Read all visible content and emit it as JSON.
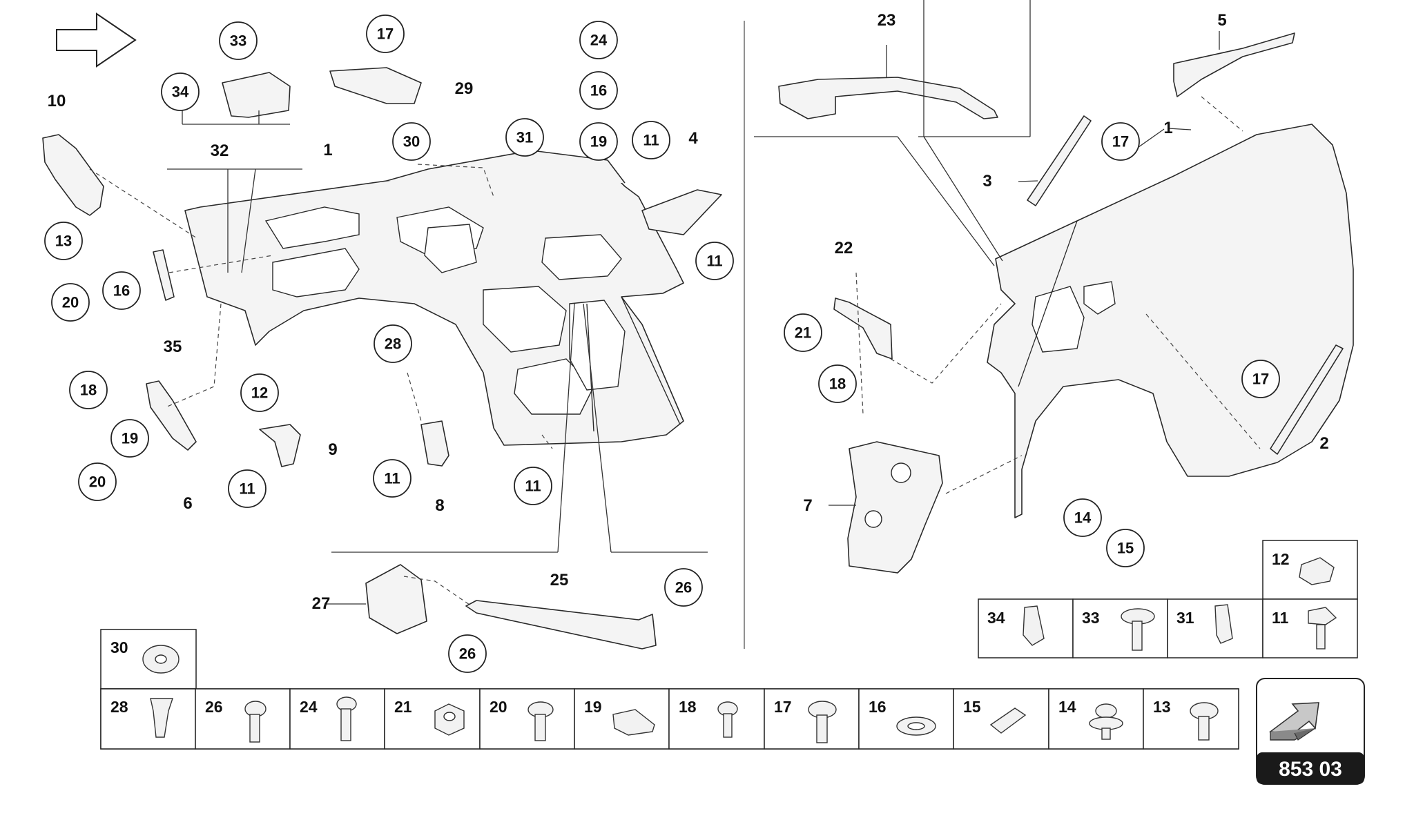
{
  "diagram_code": "853 03",
  "callouts": [
    "33",
    "17",
    "24",
    "34",
    "29",
    "16",
    "32",
    "30",
    "31",
    "19",
    "11",
    "10",
    "1",
    "4",
    "13",
    "16",
    "11",
    "20",
    "35",
    "28",
    "18",
    "12",
    "9",
    "19",
    "11",
    "8",
    "11",
    "20",
    "6",
    "27",
    "25",
    "26",
    "26",
    "23",
    "5",
    "17",
    "1",
    "3",
    "22",
    "21",
    "18",
    "17",
    "2",
    "7",
    "14",
    "15"
  ],
  "hardware_cells": {
    "row_top_right_single": [
      "12"
    ],
    "row_mid_right": [
      "34",
      "33",
      "31",
      "11"
    ],
    "single_left": [
      "30"
    ],
    "bottom_row": [
      "28",
      "26",
      "24",
      "21",
      "20",
      "19",
      "18",
      "17",
      "16",
      "15",
      "14",
      "13"
    ]
  },
  "icons": [
    "arrow-right-icon",
    "direction-arrow-icon"
  ],
  "colors": {
    "line": "#222222",
    "badge": "#1a1a1a",
    "badge_text": "#ffffff"
  }
}
